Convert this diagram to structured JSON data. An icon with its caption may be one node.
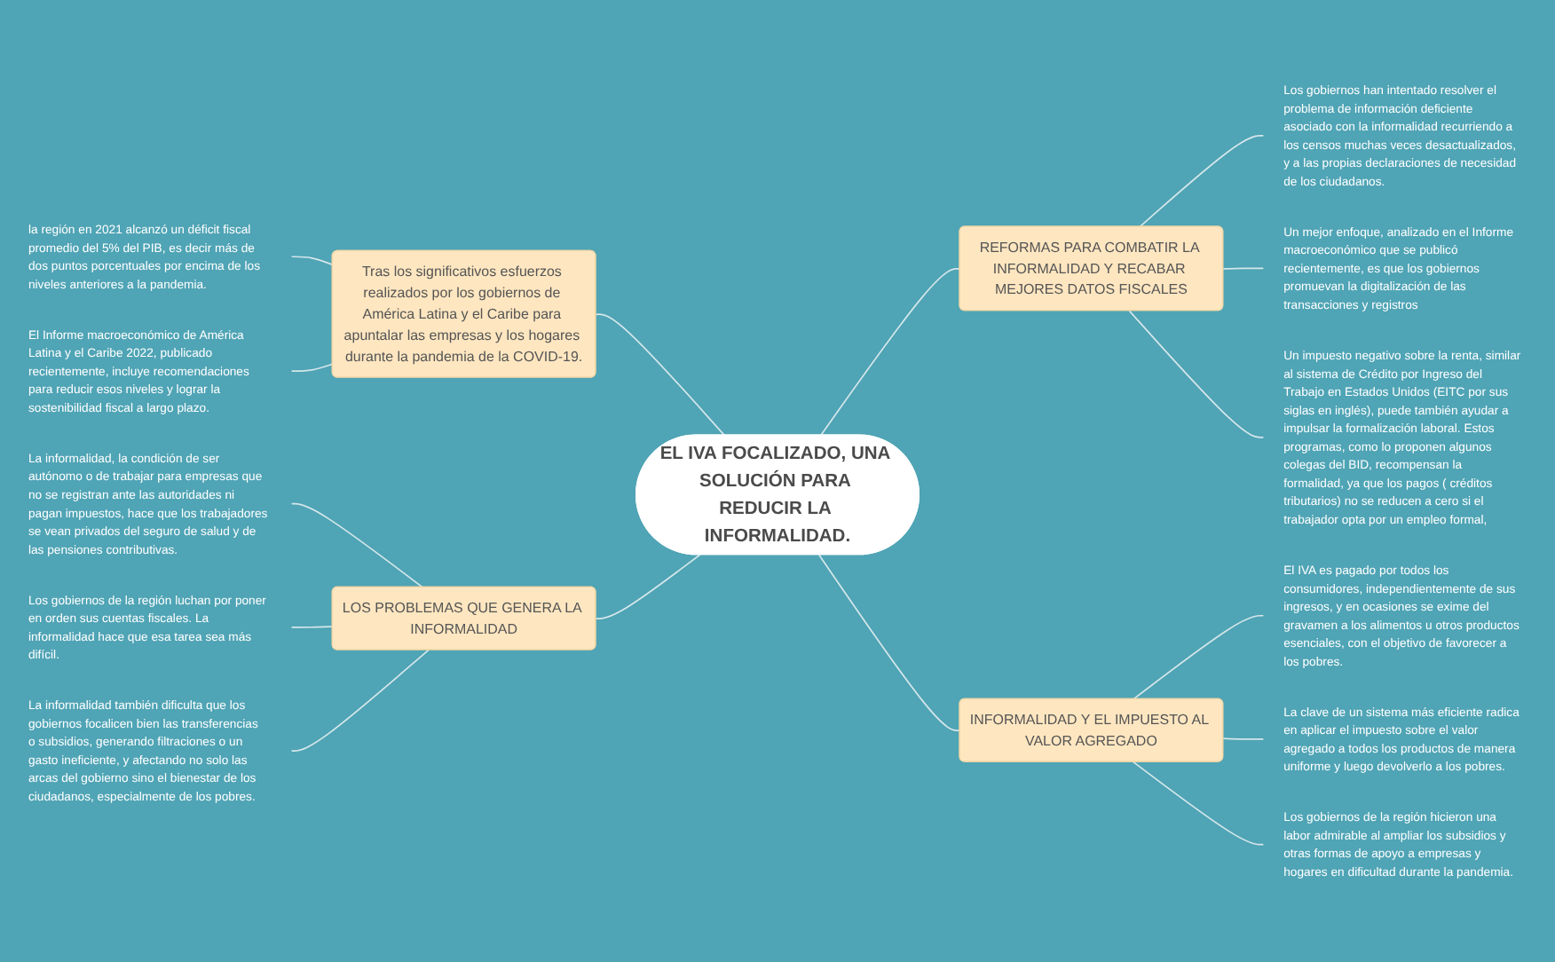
{
  "diagram": {
    "nodes": [
      {
        "text": [
          "EL IVA FOCALIZADO, UNA SOLUCIÓN PARA REDUCIR LA INFORMALIDAD."
        ]
      },
      {
        "text": [
          "Tras los significativos esfuerzos realizados por los gobiernos de América Latina y el Caribe para apuntalar las empresas y los hogares durante la pandemia de la COVID-19."
        ]
      },
      {
        "text": [
          "la región en 2021 alcanzó un déficit fiscal promedio del 5% del PIB, es decir más de dos puntos porcentuales por encima de los niveles anteriores a la pandemia."
        ]
      },
      {
        "text": [
          "El Informe macroeconómico de América Latina y el Caribe 2022, publicado recientemente, incluye recomendaciones para reducir esos niveles y lograr la sostenibilidad fiscal a largo plazo."
        ]
      },
      {
        "text": [
          "LOS PROBLEMAS QUE GENERA LA INFORMALIDAD"
        ]
      },
      {
        "text": [
          "La informalidad, la condición de ser autónomo o de trabajar para empresas que no se registran ante las autoridades ni pagan impuestos, hace que los trabajadores se vean privados del seguro de salud y de las pensiones contributivas."
        ]
      },
      {
        "text": [
          "Los gobiernos de la región luchan por poner en orden sus cuentas fiscales. La informalidad hace que esa tarea sea más difícil."
        ]
      },
      {
        "text": [
          "La informalidad también dificulta que los gobiernos focalicen bien las transferencias o subsidios, generando filtraciones o un gasto ineficiente, y afectando no solo las arcas del gobierno sino el bienestar de los ciudadanos, especialmente de los pobres."
        ]
      },
      {
        "text": [
          "REFORMAS PARA COMBATIR LA INFORMALIDAD Y RECABAR MEJORES DATOS FISCALES"
        ]
      },
      {
        "text": [
          "Los gobiernos han intentado resolver el problema de información deficiente asociado con la informalidad recurriendo a los censos muchas veces desactualizados, y a las propias declaraciones de necesidad de los ciudadanos."
        ]
      },
      {
        "text": [
          "Un mejor enfoque, analizado en el Informe macroeconómico que se publicó recientemente, es que los gobiernos promuevan la digitalización de las transacciones y registros"
        ]
      },
      {
        "text": [
          "Un impuesto negativo sobre la renta, similar al sistema de Crédito por Ingreso del Trabajo en Estados Unidos (EITC por sus siglas en inglés), puede también ayudar a impulsar la formalización laboral. Estos programas, como lo proponen algunos colegas del BID, recompensan la formalidad, ya que los pagos ( créditos tributarios) no se reducen a cero si el trabajador opta por un empleo formal,"
        ]
      },
      {
        "text": [
          "INFORMALIDAD Y EL IMPUESTO AL VALOR AGREGADO"
        ]
      },
      {
        "text": [
          "El IVA es pagado por todos los consumidores, independientemente de sus ingresos, y en ocasiones se exime del gravamen a los alimentos u otros productos esenciales, con el objetivo de favorecer a los pobres."
        ]
      },
      {
        "text": [
          "La clave de un sistema más eficiente radica en aplicar el impuesto sobre el valor agregado a todos los productos de manera uniforme y luego devolverlo a los pobres."
        ]
      },
      {
        "text": [
          "Los gobiernos de la región hicieron una labor admirable al ampliar los subsidios y otras formas de apoyo a empresas y hogares en dificultad durante la pandemia."
        ]
      }
    ],
    "edges": [
      {
        "from": 1,
        "to": 0,
        "arrow": "none"
      },
      {
        "from": 4,
        "to": 0,
        "arrow": "none"
      },
      {
        "from": 0,
        "to": 8,
        "arrow": "none"
      },
      {
        "from": 0,
        "to": 12,
        "arrow": "none"
      },
      {
        "from": 2,
        "to": 1,
        "arrow": "none"
      },
      {
        "from": 3,
        "to": 1,
        "arrow": "none"
      },
      {
        "from": 5,
        "to": 4,
        "arrow": "none"
      },
      {
        "from": 6,
        "to": 4,
        "arrow": "none"
      },
      {
        "from": 7,
        "to": 4,
        "arrow": "none"
      },
      {
        "from": 8,
        "to": 9,
        "arrow": "none"
      },
      {
        "from": 8,
        "to": 10,
        "arrow": "none"
      },
      {
        "from": 8,
        "to": 11,
        "arrow": "none"
      },
      {
        "from": 12,
        "to": 13,
        "arrow": "none"
      },
      {
        "from": 12,
        "to": 14,
        "arrow": "none"
      },
      {
        "from": 12,
        "to": 15,
        "arrow": "none"
      }
    ]
  }
}
